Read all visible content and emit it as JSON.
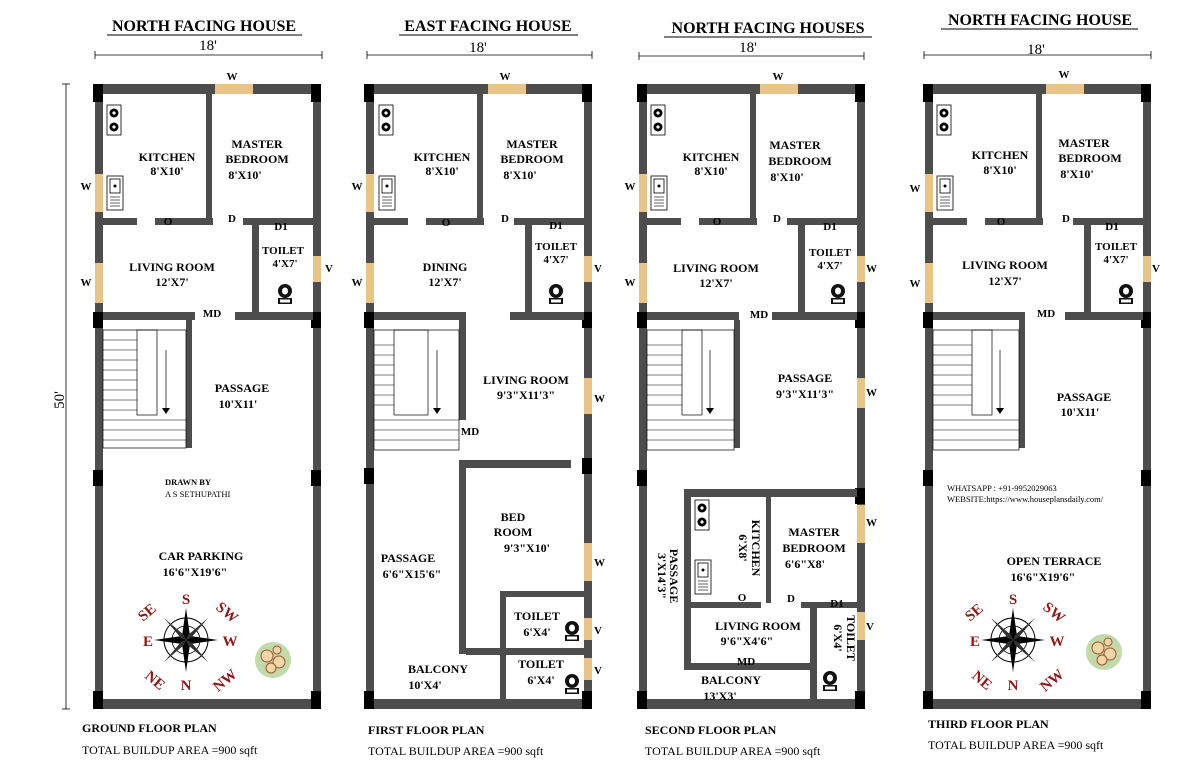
{
  "colors": {
    "wall": "#4d4d4d",
    "corner": "#000000",
    "window": "#e8c48a",
    "compass_text": "#8b1a1a",
    "line": "#000000"
  },
  "dimensions": {
    "width": "18'",
    "depth": "50'"
  },
  "plans": [
    {
      "heading": "NORTH FACING HOUSE",
      "caption": "GROUND FLOOR PLAN",
      "area": "TOTAL BUILDUP AREA =900 sqft",
      "rooms": {
        "kitchen": {
          "name": "KITCHEN",
          "size": "8'X10'"
        },
        "master": {
          "name1": "MASTER",
          "name2": "BEDROOM",
          "size": "8'X10'"
        },
        "toilet": {
          "name": "TOILET",
          "size": "4'X7'"
        },
        "middle": {
          "name": "LIVING ROOM",
          "size": "12'X7'"
        },
        "passage": {
          "name": "PASSAGE",
          "size": "10'X11'"
        },
        "large": {
          "name": "CAR PARKING",
          "size": "16'6\"X19'6\""
        }
      },
      "credit": {
        "title": "DRAWN BY",
        "name": "A S SETHUPATHI"
      }
    },
    {
      "heading": "EAST FACING HOUSE",
      "caption": "FIRST FLOOR PLAN",
      "area": "TOTAL BUILDUP AREA =900 sqft",
      "rooms": {
        "kitchen": {
          "name": "KITCHEN",
          "size": "8'X10'"
        },
        "master": {
          "name1": "MASTER",
          "name2": "BEDROOM",
          "size": "8'X10'"
        },
        "toilet": {
          "name": "TOILET",
          "size": "4'X7'"
        },
        "middle": {
          "name": "DINING",
          "size": "12'X7'"
        },
        "living": {
          "name": "LIVING ROOM",
          "size": "9'3\"X11'3\""
        },
        "bed": {
          "name1": "BED",
          "name2": "ROOM",
          "size": "9'3\"X10'"
        },
        "passage": {
          "name": "PASSAGE",
          "size": "6'6\"X15'6\""
        },
        "toilet2": {
          "name": "TOILET",
          "size": "6'X4'"
        },
        "toilet3": {
          "name": "TOILET",
          "size": "6'X4'"
        },
        "balcony": {
          "name": "BALCONY",
          "size": "10'X4'"
        }
      }
    },
    {
      "heading": "NORTH FACING HOUSES",
      "caption": "SECOND FLOOR PLAN",
      "area": "TOTAL BUILDUP AREA =900 sqft",
      "rooms": {
        "kitchen": {
          "name": "KITCHEN",
          "size": "8'X10'"
        },
        "master": {
          "name1": "MASTER",
          "name2": "BEDROOM",
          "size": "8'X10'"
        },
        "toilet": {
          "name": "TOILET",
          "size": "4'X7'"
        },
        "middle": {
          "name": "LIVING ROOM",
          "size": "12'X7'"
        },
        "passage": {
          "name": "PASSAGE",
          "size": "9'3\"X11'3\""
        },
        "passage2": {
          "name": "PASSAGE",
          "size": "3'X14'3\""
        },
        "kitchen2": {
          "name": "KITCHEN",
          "size": "6'X8'"
        },
        "master2": {
          "name1": "MASTER",
          "name2": "BEDROOM",
          "size": "6'6\"X8'"
        },
        "living2": {
          "name": "LIVING ROOM",
          "size": "9'6\"X4'6\""
        },
        "toilet2": {
          "name": "TOILET",
          "size": "6'X4'"
        },
        "balcony": {
          "name": "BALCONY",
          "size": "13'X3'"
        }
      }
    },
    {
      "heading": "NORTH FACING HOUSE",
      "caption": "THIRD FLOOR PLAN",
      "area": "TOTAL BUILDUP AREA =900 sqft",
      "rooms": {
        "kitchen": {
          "name": "KITCHEN",
          "size": "8'X10'"
        },
        "master": {
          "name1": "MASTER",
          "name2": "BEDROOM",
          "size": "8'X10'"
        },
        "toilet": {
          "name": "TOILET",
          "size": "4'X7'"
        },
        "middle": {
          "name": "LIVING ROOM",
          "size": "12'X7'"
        },
        "passage": {
          "name": "PASSAGE",
          "size": "10'X11'"
        },
        "large": {
          "name": "OPEN TERRACE",
          "size": "16'6\"X19'6\""
        }
      },
      "contact": {
        "whatsapp": "WHATSAPP : +91-9952029063",
        "website": "WEBSITE:https://www.houseplansdaily.com/"
      }
    }
  ],
  "markers": {
    "window": "W",
    "vent": "V",
    "door": "D",
    "door1": "D1",
    "main_door": "MD",
    "opening": "O"
  },
  "compass": {
    "n": "N",
    "s": "S",
    "e": "E",
    "w": "W",
    "ne": "NE",
    "nw": "NW",
    "se": "SE",
    "sw": "SW"
  },
  "icons": [
    "stove-icon",
    "sink-icon",
    "toilet-icon",
    "compass-rose-icon",
    "plant-icon",
    "staircase-icon"
  ]
}
